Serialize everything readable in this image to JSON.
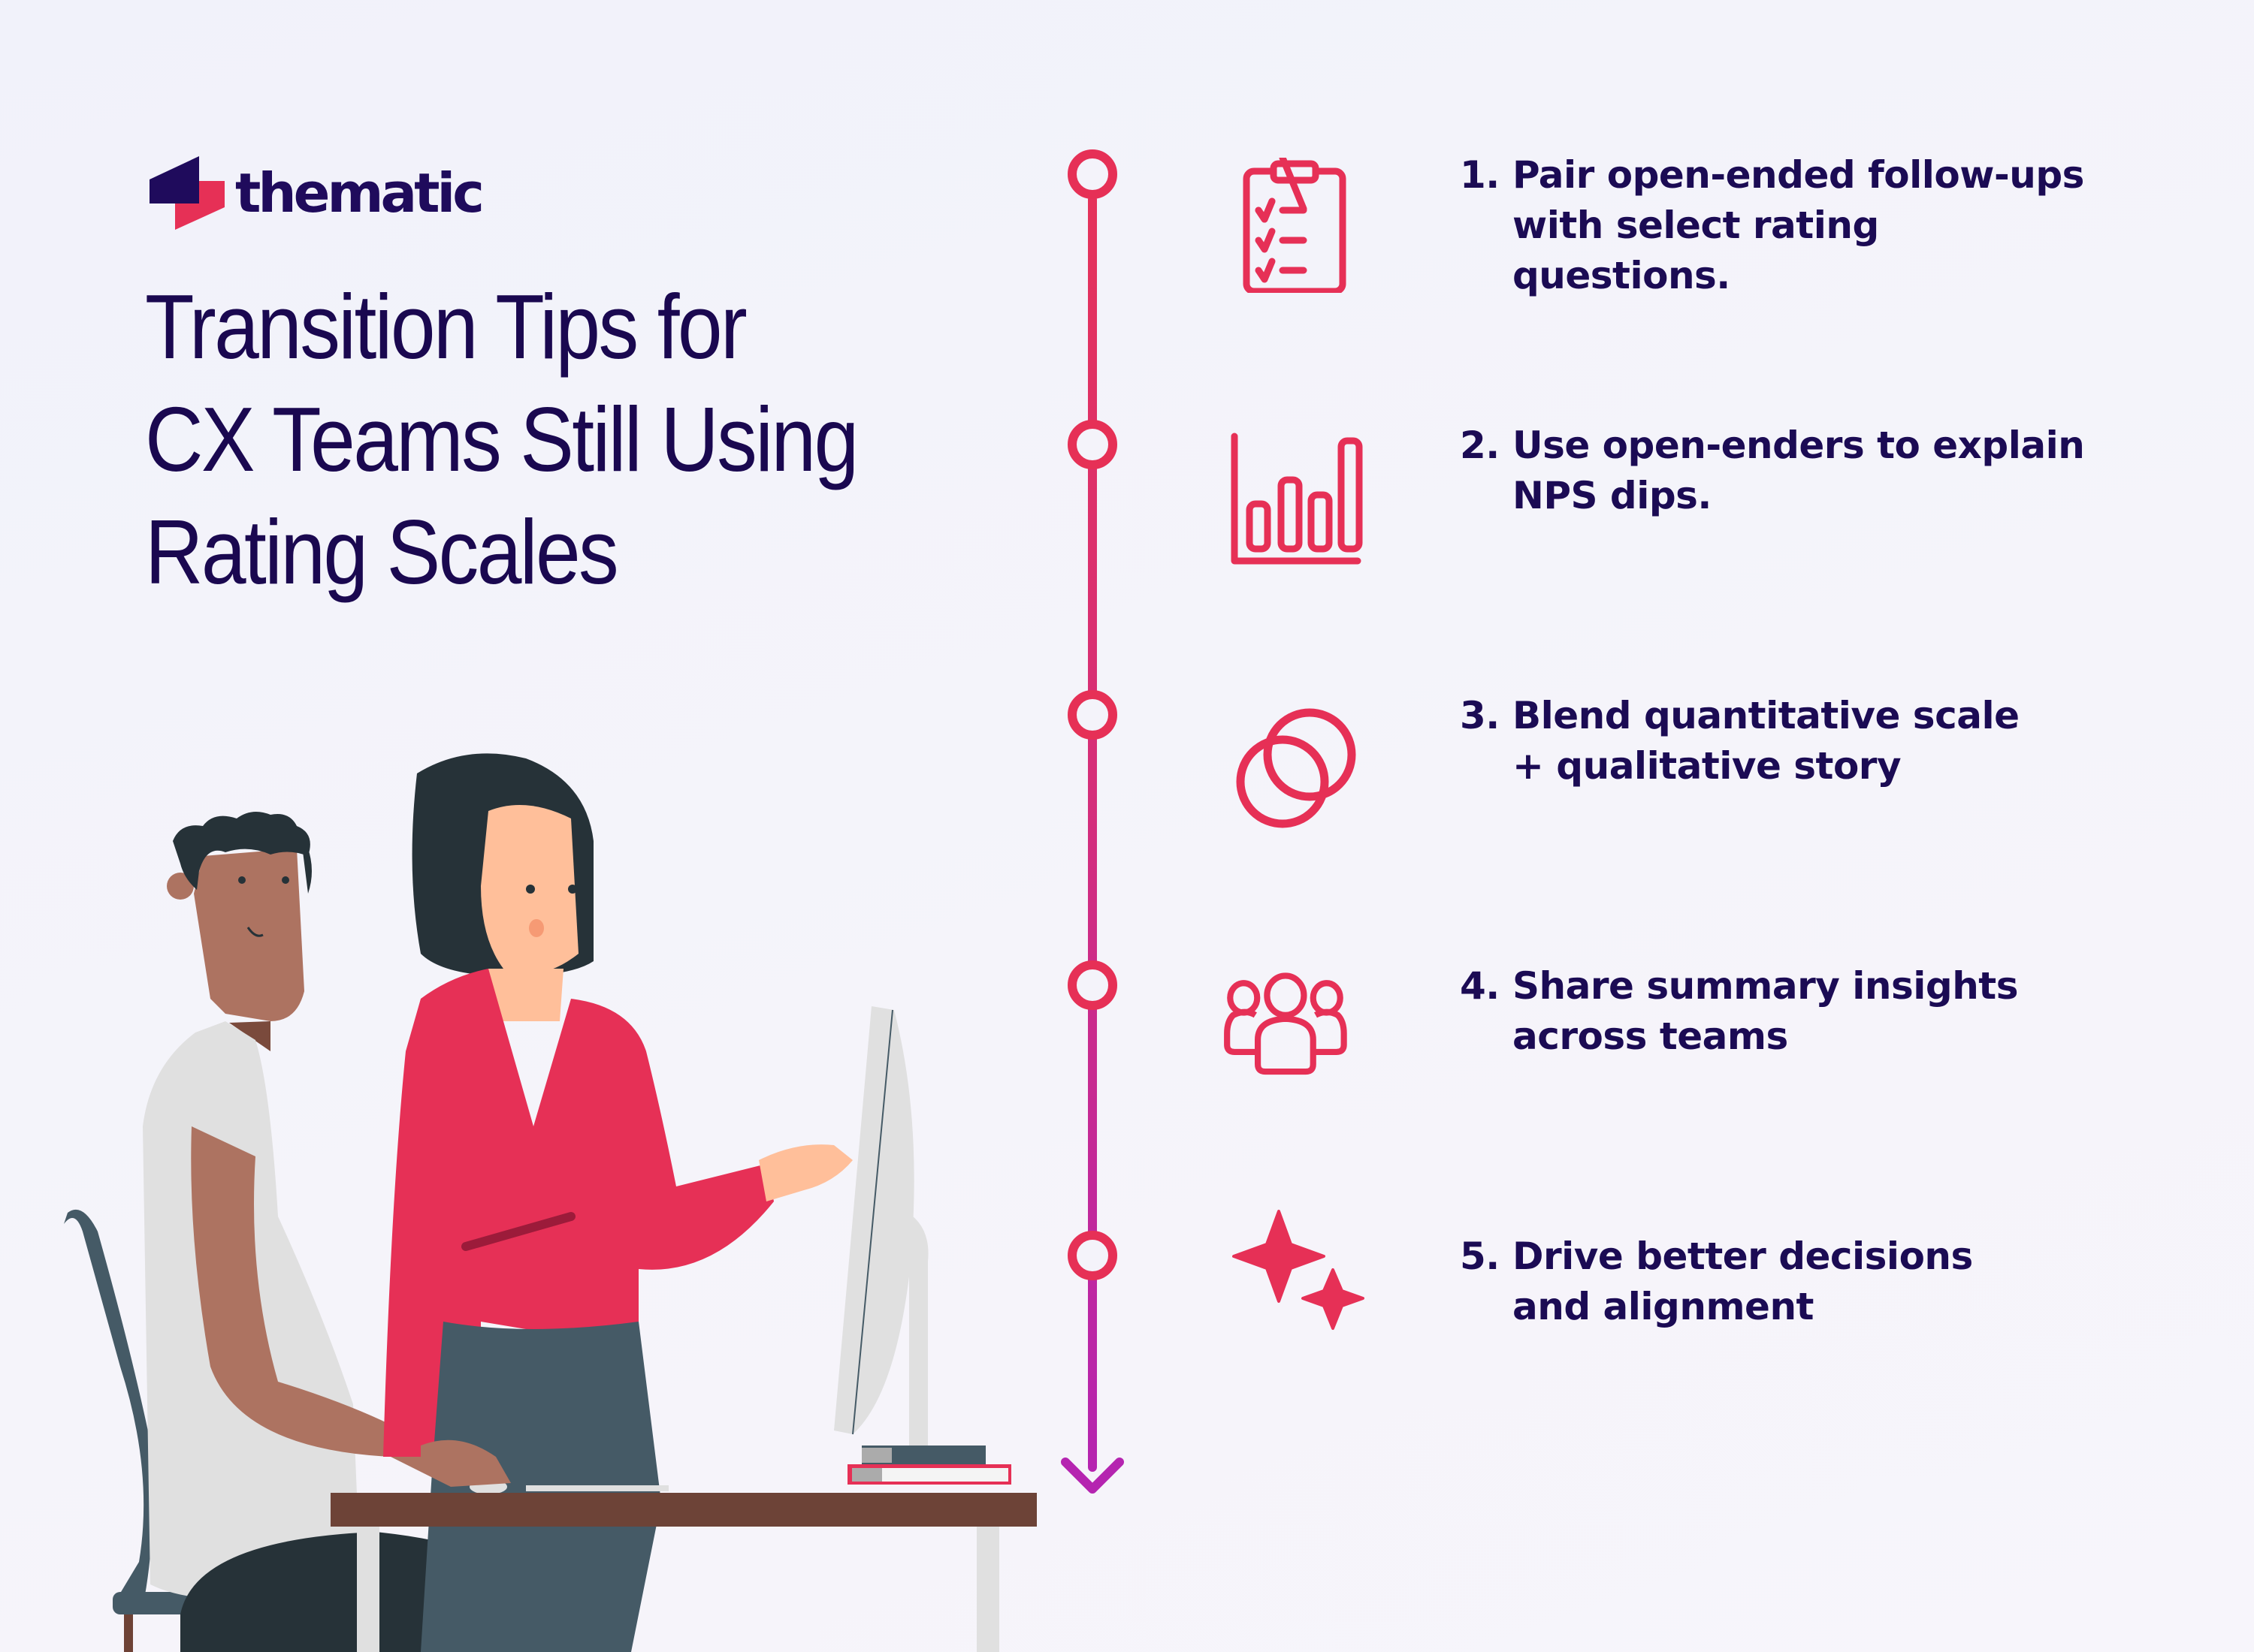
{
  "brand": {
    "name": "thematic",
    "colors": {
      "navy": "#1f0b5c",
      "red": "#e63056",
      "magenta": "#b524b0",
      "background": "#f3f3fa"
    }
  },
  "title": {
    "lines": [
      "Transition Tips for",
      "CX Teams Still Using",
      "Rating Scales"
    ]
  },
  "tips": [
    {
      "number": "1.",
      "lines": [
        "Pair open-ended follow-ups",
        "with select rating",
        "questions."
      ],
      "icon": "clipboard-checklist-icon"
    },
    {
      "number": "2.",
      "lines": [
        "Use open-enders to explain",
        "NPS dips."
      ],
      "icon": "bar-chart-icon"
    },
    {
      "number": "3.",
      "lines": [
        "Blend quantitative scale",
        "+ qualitative story"
      ],
      "icon": "overlapping-circles-icon"
    },
    {
      "number": "4.",
      "lines": [
        "Share summary insights",
        "across teams"
      ],
      "icon": "team-group-icon"
    },
    {
      "number": "5.",
      "lines": [
        "Drive better decisions",
        "and alignment"
      ],
      "icon": "sparkles-icon"
    }
  ],
  "illustration": {
    "description": "Two colleagues at a desk: seated man using a mouse, standing woman in red blouse pointing at a monitor, books on desk"
  }
}
